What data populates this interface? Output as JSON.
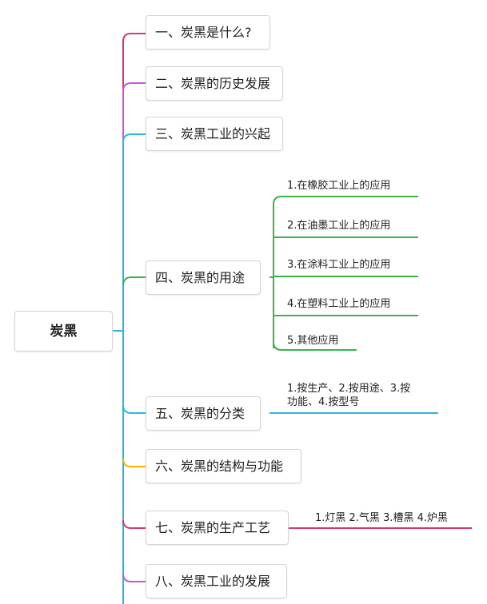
{
  "root": {
    "label": "炭黑"
  },
  "branches": [
    {
      "label": "一、炭黑是什么?",
      "color": "#d43a6a"
    },
    {
      "label": "二、炭黑的历史发展",
      "color": "#c25ad6"
    },
    {
      "label": "三、炭黑工业的兴起",
      "color": "#2fb6e0"
    },
    {
      "label": "四、炭黑的用途",
      "color": "#3bb54a",
      "children": [
        "1.在橡胶工业上的应用",
        "2.在油墨工业上的应用",
        "3.在涂料工业上的应用",
        "4.在塑料工业上的应用",
        "5.其他应用"
      ]
    },
    {
      "label": "五、炭黑的分类",
      "color": "#2fb6e0",
      "children": [
        "1.按生产、2.按用途、3.按",
        "功能、4.按型号"
      ]
    },
    {
      "label": "六、炭黑的结构与功能",
      "color": "#f5b400"
    },
    {
      "label": "七、炭黑的生产工艺",
      "color": "#d43a6a",
      "children": [
        "1.灯黑 2.气黑 3.槽黑 4.炉黑"
      ]
    },
    {
      "label": "八、炭黑工业的发展",
      "color": "#c25ad6"
    }
  ]
}
